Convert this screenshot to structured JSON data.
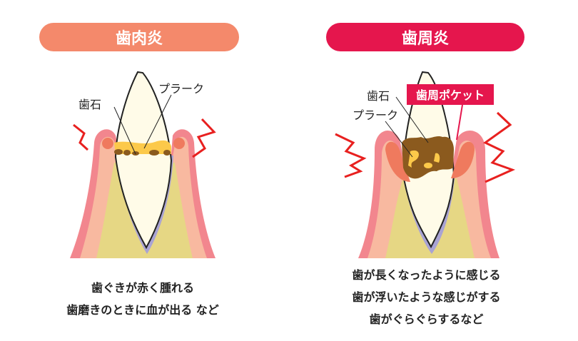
{
  "left": {
    "title": "歯肉炎",
    "label_calculus": "歯石",
    "label_plaque": "プラーク",
    "description": [
      "歯ぐきが赤く腫れる",
      "歯磨きのときに血が出る など"
    ]
  },
  "right": {
    "title": "歯周炎",
    "label_calculus": "歯石",
    "label_plaque": "プラーク",
    "label_pocket": "歯周ポケット",
    "description": [
      "歯が長くなったように感じる",
      "歯が浮いたような感じがする",
      "歯がぐらぐらするなど"
    ]
  },
  "colors": {
    "gingivitis": "#f4896b",
    "periodontitis": "#e5164d",
    "gum": "#f2868e",
    "gum_inner": "#f8b9a0",
    "bone": "#e6d784",
    "tooth": "#fffbe8",
    "root_membrane": "#a9a3d3",
    "plaque": "#fcc94a",
    "calculus": "#8b5a1e",
    "pain": "#e8201f"
  }
}
